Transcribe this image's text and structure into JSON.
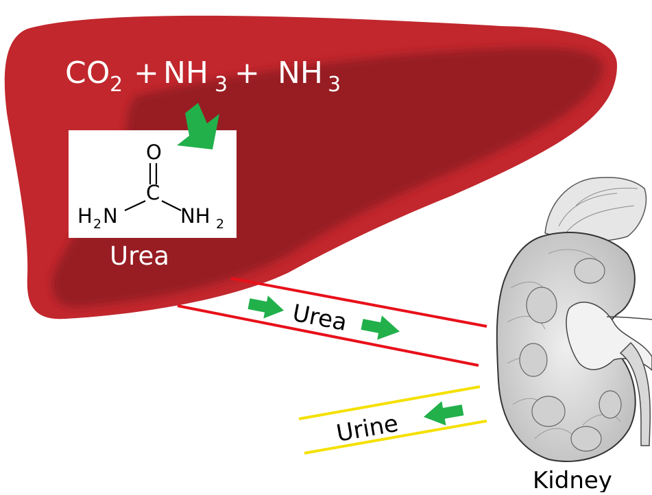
{
  "equation": {
    "co2_base": "CO",
    "co2_sub": "2",
    "plus_1": "+",
    "nh3_a_base": "NH",
    "nh3_a_sub": "3",
    "plus_2": "+",
    "nh3_b_base": "NH",
    "nh3_b_sub": "3"
  },
  "molecule": {
    "oxygen": "O",
    "carbon": "C",
    "left_h": "H",
    "left_sub": "2",
    "left_n": "N",
    "right_nh": "NH",
    "right_sub": "2",
    "caption": "Urea"
  },
  "flows": {
    "urea_label": "Urea",
    "urine_label": "Urine"
  },
  "kidney": {
    "label": "Kidney"
  },
  "colors": {
    "liver": "#c1272d",
    "liver_shade": "#931c20",
    "arrow": "#22b04b",
    "urea_vessel": "#e8101a",
    "urine_vessel": "#f5e000"
  }
}
